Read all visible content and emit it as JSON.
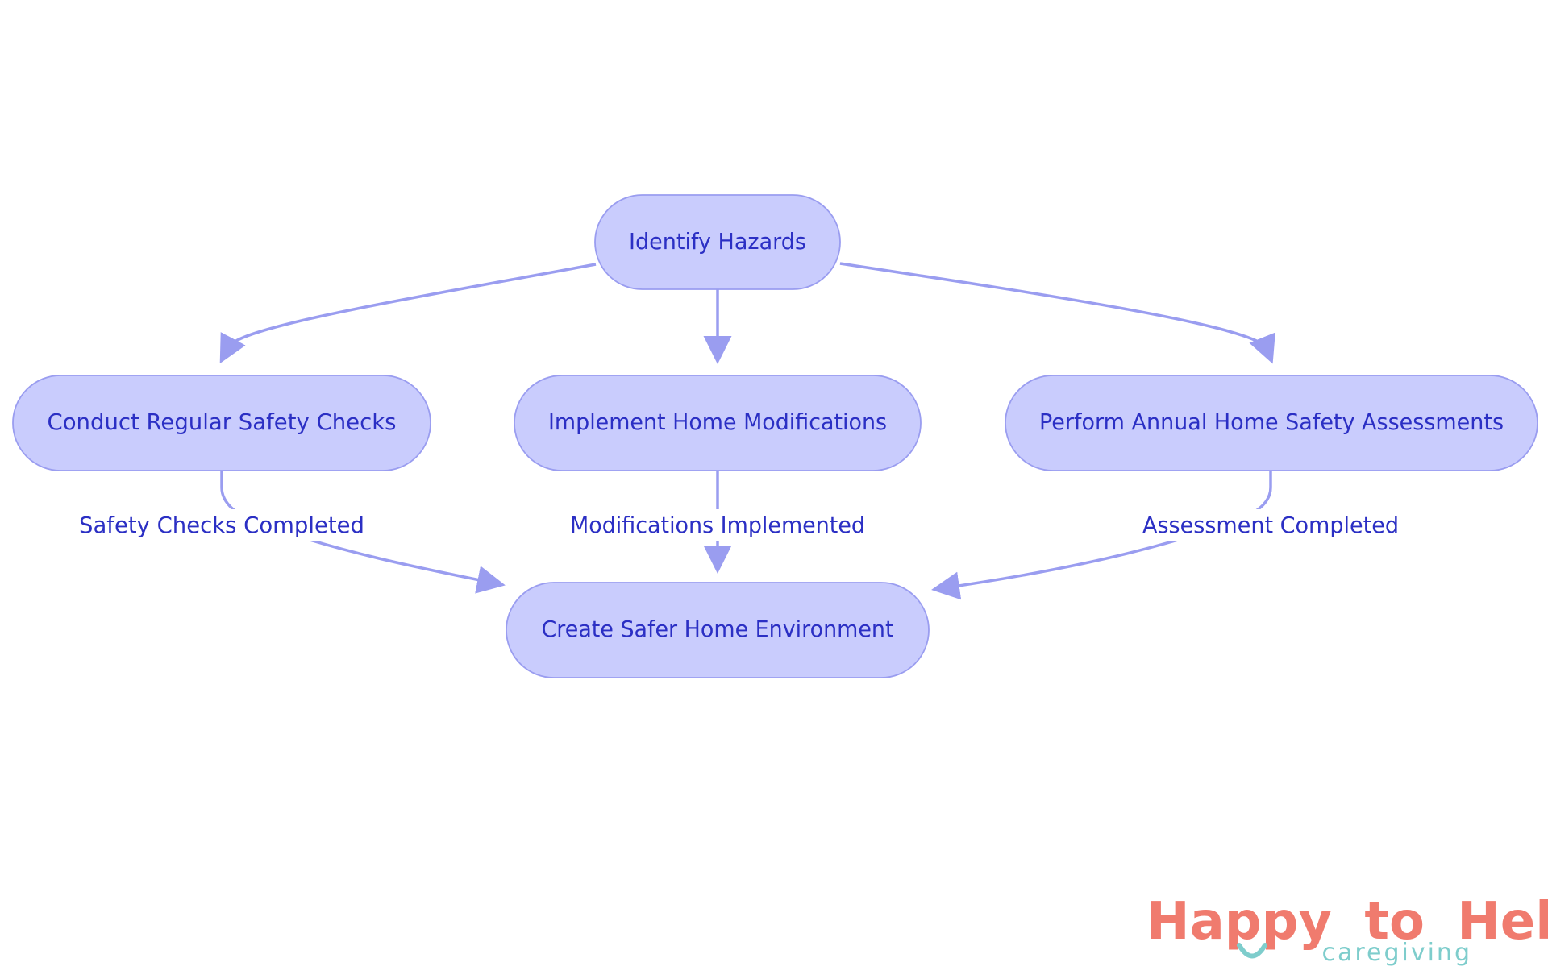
{
  "diagram": {
    "nodes": {
      "identify": {
        "label": "Identify Hazards"
      },
      "checks": {
        "label": "Conduct Regular Safety Checks"
      },
      "modifications": {
        "label": "Implement Home Modifications"
      },
      "assessments": {
        "label": "Perform Annual Home Safety Assessments"
      },
      "environment": {
        "label": "Create Safer Home Environment"
      }
    },
    "edge_labels": {
      "checks_to_environment": "Safety Checks Completed",
      "modifications_to_environment": "Modifications Implemented",
      "assessments_to_environment": "Assessment Completed"
    }
  },
  "logo": {
    "word_happy": "Happy",
    "word_to": "to",
    "word_help": "Help",
    "subtitle": "caregiving",
    "primary_color": "#f07b6e",
    "secondary_color": "#7ecdcc"
  },
  "colors": {
    "node_fill": "#c9ccfd",
    "node_stroke": "#9a9df0",
    "text": "#2b2fc4",
    "edge": "#9a9df0"
  }
}
